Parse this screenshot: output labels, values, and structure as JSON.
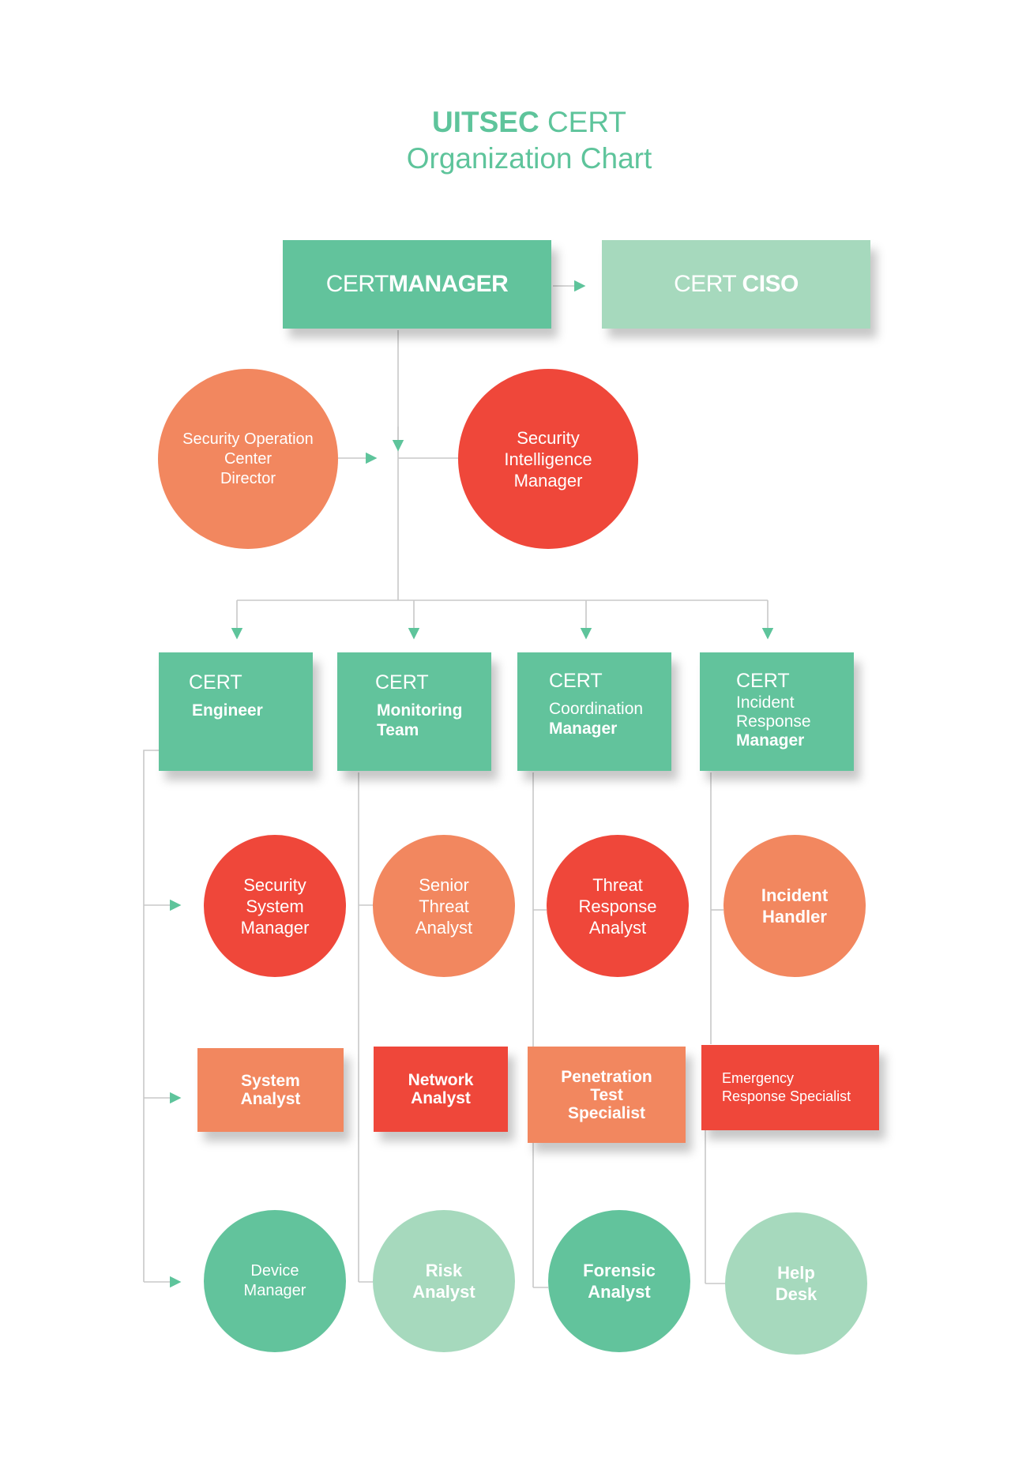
{
  "title": {
    "brand": "UITSEC",
    "line1_rest": "CERT",
    "line2": "Organization Chart"
  },
  "colors": {
    "green": "#62c39c",
    "light_green": "#a6d9bd",
    "orange": "#f2875f",
    "red": "#ef473a",
    "connector": "#c8c8c8",
    "arrow": "#5ec49b"
  },
  "top": {
    "manager": {
      "part1": "CERT",
      "part2": "MANAGER"
    },
    "ciso": {
      "part1": "CERT",
      "part2": "CISO"
    }
  },
  "staff": {
    "soc_director": [
      "Security Operation",
      "Center",
      "Director"
    ],
    "intel_manager": [
      "Security",
      "Intelligence",
      "Manager"
    ]
  },
  "managers": [
    {
      "lines": [
        "CERT",
        "Engineer"
      ]
    },
    {
      "lines": [
        "CERT",
        "Monitoring",
        "Team"
      ]
    },
    {
      "lines": [
        "CERT",
        "Coordination",
        "Manager"
      ]
    },
    {
      "lines": [
        "CERT",
        "Incident",
        "Response",
        "Manager"
      ]
    }
  ],
  "row1": [
    {
      "lines": [
        "Security",
        "System",
        "Manager"
      ]
    },
    {
      "lines": [
        "Senior",
        "Threat",
        "Analyst"
      ]
    },
    {
      "lines": [
        "Threat",
        "Response",
        "Analyst"
      ]
    },
    {
      "lines": [
        "Incident",
        "Handler"
      ]
    }
  ],
  "row2": [
    {
      "lines": [
        "System",
        "Analyst"
      ]
    },
    {
      "lines": [
        "Network",
        "Analyst"
      ]
    },
    {
      "lines": [
        "Penetration",
        "Test",
        "Specialist"
      ]
    },
    {
      "lines": [
        "Emergency",
        "Response Specialist"
      ]
    }
  ],
  "row3": [
    {
      "lines": [
        "Device",
        "Manager"
      ]
    },
    {
      "lines": [
        "Risk",
        "Analyst"
      ]
    },
    {
      "lines": [
        "Forensic",
        "Analyst"
      ]
    },
    {
      "lines": [
        "Help",
        "Desk"
      ]
    }
  ]
}
